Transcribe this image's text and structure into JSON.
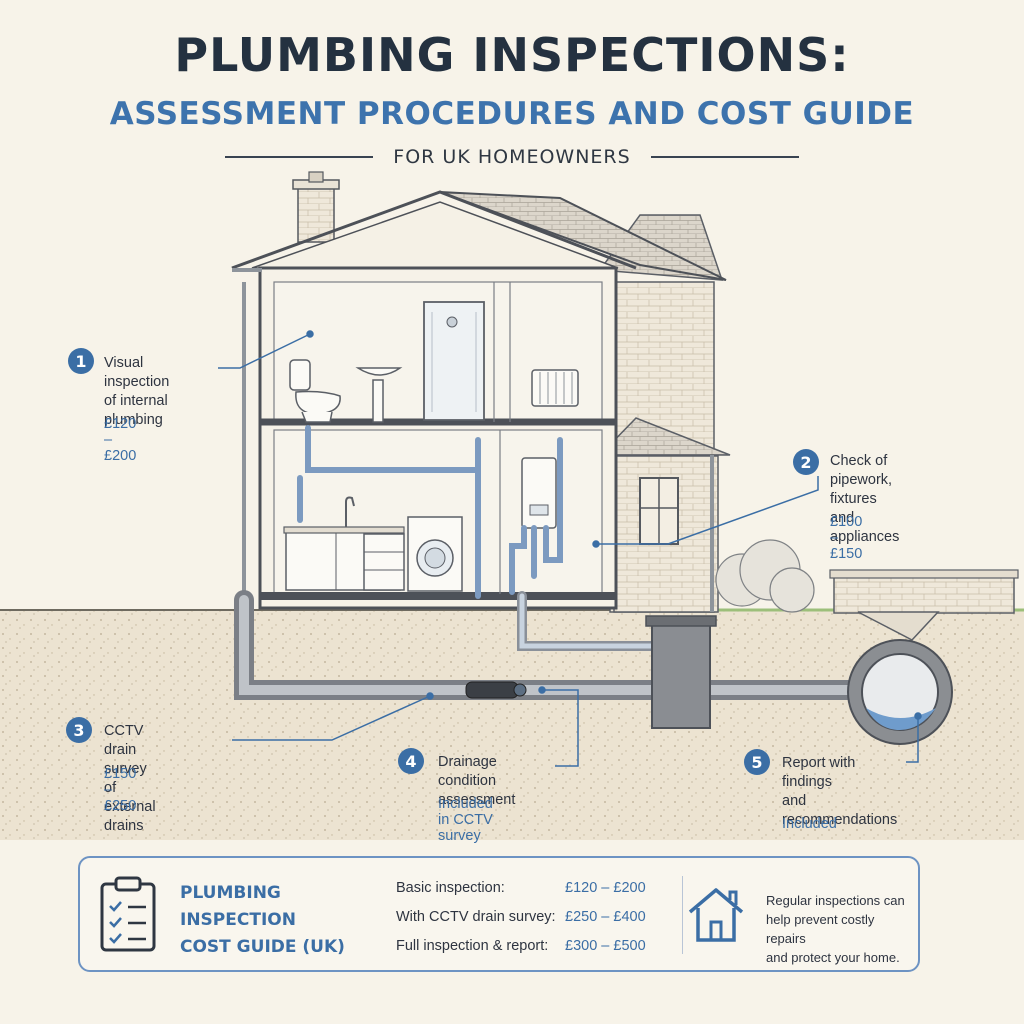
{
  "header": {
    "title": "PLUMBING INSPECTIONS:",
    "subtitle": "ASSESSMENT PROCEDURES AND COST GUIDE",
    "audience": "FOR UK HOMEOWNERS"
  },
  "callouts": [
    {
      "number": "1",
      "text": "Visual inspection\nof internal\nplumbing",
      "price": "£120 – £200"
    },
    {
      "number": "2",
      "text": "Check of pipework,\nfixtures and\nappliances",
      "price": "£100 – £150"
    },
    {
      "number": "3",
      "text": "CCTV drain survey\nof external drains",
      "price": "£150 – £250"
    },
    {
      "number": "4",
      "text": "Drainage condition\nassessment",
      "price": "Included in CCTV survey"
    },
    {
      "number": "5",
      "text": "Report with findings\nand\nrecommendations",
      "price": "Included"
    }
  ],
  "cost_guide": {
    "title": "PLUMBING INSPECTION\nCOST GUIDE (UK)",
    "rows": [
      {
        "label": "Basic inspection:",
        "value": "£120 – £200"
      },
      {
        "label": "With CCTV drain survey:",
        "value": "£250 – £400"
      },
      {
        "label": "Full inspection & report:",
        "value": "£300 – £500"
      }
    ],
    "note": "Regular inspections can\nhelp prevent costly repairs\nand protect your home."
  },
  "colors": {
    "accent": "#3b6ea5",
    "title": "#243140",
    "background": "#f7f3e9"
  },
  "icons": {
    "cost_guide_icon": "clipboard-checklist-icon",
    "note_icon": "house-icon"
  }
}
